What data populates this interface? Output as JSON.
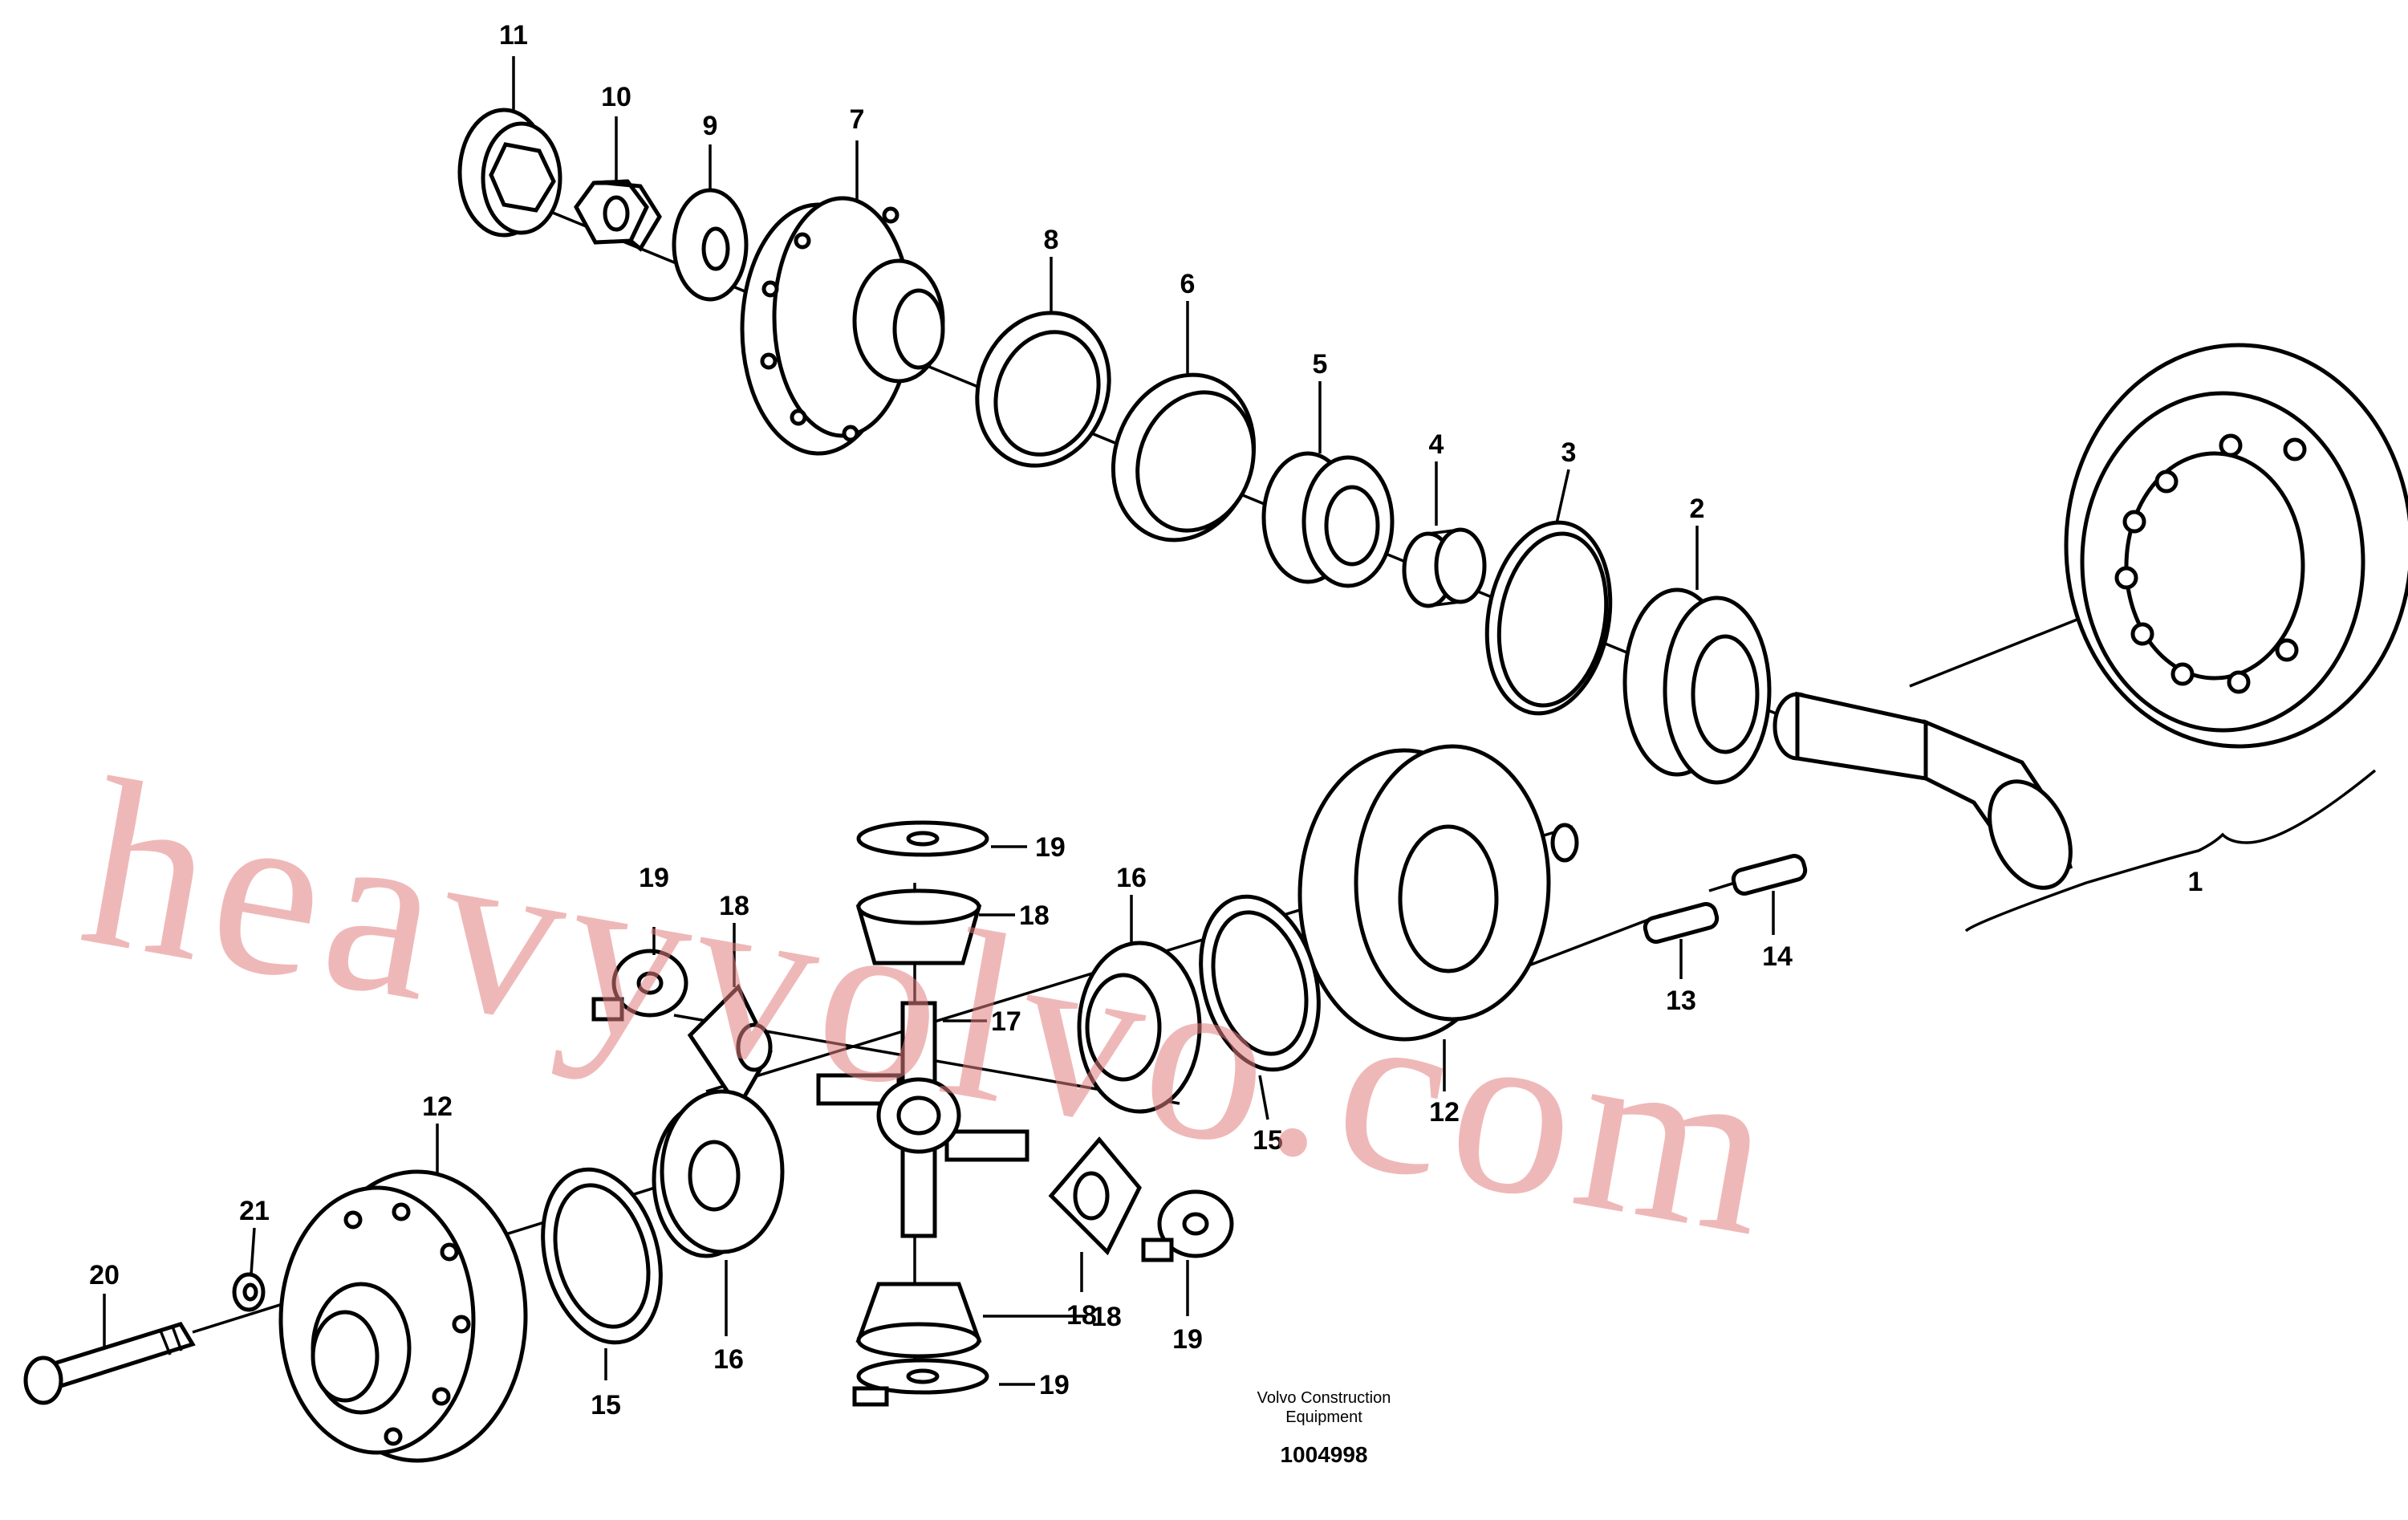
{
  "watermark": "heavyvolvo.com",
  "footer": {
    "maker_line1": "Volvo Construction",
    "maker_line2": "Equipment",
    "drawing_number": "1004998"
  },
  "callouts": {
    "c1": "1",
    "c2": "2",
    "c3": "3",
    "c4": "4",
    "c5": "5",
    "c6": "6",
    "c7": "7",
    "c8": "8",
    "c9": "9",
    "c10": "10",
    "c11": "11",
    "c12a": "12",
    "c12b": "12",
    "c13": "13",
    "c14": "14",
    "c15a": "15",
    "c15b": "15",
    "c16a": "16",
    "c16b": "16",
    "c17": "17",
    "c18a": "18",
    "c18b": "18",
    "c18c": "18",
    "c18d": "18",
    "c19a": "19",
    "c19b": "19",
    "c19c": "19",
    "c19d": "19",
    "c20": "20",
    "c21": "21"
  },
  "colors": {
    "watermark": "#e27d7d",
    "line": "#000000"
  }
}
